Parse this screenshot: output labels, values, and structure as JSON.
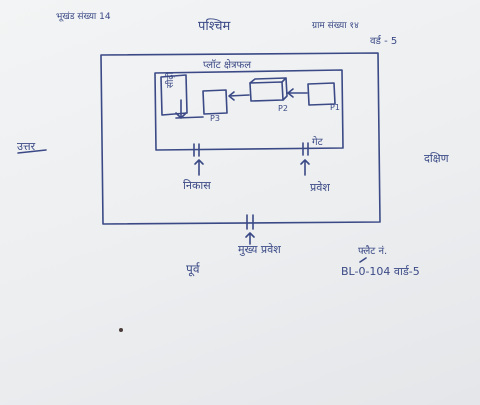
{
  "sheet": {
    "paper_color": "#eceef0",
    "ink_color": "#3b4a86",
    "top_left_note": "भूखंड संख्या 14",
    "top_center_heading": "पश्चिम",
    "top_right_line1": "ग्राम संख्या १४",
    "top_right_line2": "वर्ड - 5",
    "left_margin_word": "उत्तर",
    "right_margin_word": "दक्षिण",
    "outer_plot_label": "प्लॉट क्षेत्रफल",
    "inner_labels": {
      "stair": "सीढ़ी",
      "p3": "P3",
      "p2": "P2",
      "p1": "P1",
      "gate_right": "गेट"
    },
    "inner_gate_left_label": "निकास",
    "inner_gate_right_label": "प्रवेश",
    "main_entrance_label": "मुख्य प्रवेश",
    "bottom_left_word": "पूर्व",
    "bottom_right_line1": "फ्लैट नं.",
    "bottom_right_line2": "BL-0-104 वार्ड-5",
    "icons": [
      "arrow-icon",
      "gate-icon"
    ]
  }
}
